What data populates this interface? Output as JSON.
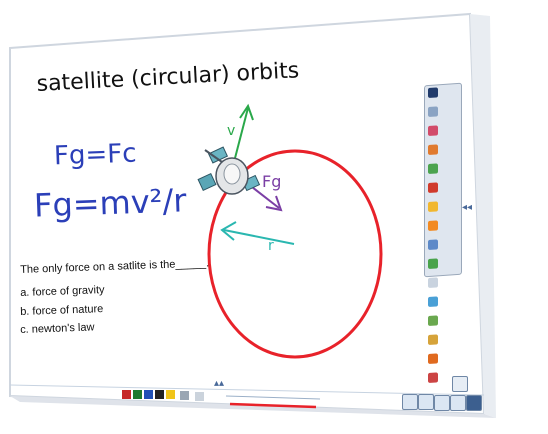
{
  "board": {
    "title": "satellite (circular) orbits",
    "equation_1": "Fg=Fc",
    "equation_2": "Fg=mv²/r"
  },
  "question": {
    "text": "The only force on a satlite is the_____.",
    "options": [
      "a. force of gravity",
      "b. force of nature",
      "c. newton's law"
    ]
  },
  "diagram": {
    "velocity_label": "v",
    "gravity_label": "Fg",
    "radius_label": "r",
    "orbit_color": "#e8222a",
    "velocity_color": "#2aa84a",
    "gravity_color": "#7b3fa5",
    "radius_color": "#2ab7b0"
  },
  "toolbar": {
    "color_swatches": [
      "#c62828",
      "#1e7a2e",
      "#1f4fb5",
      "#212121",
      "#f0c419"
    ],
    "toolbox_icons": [
      "pointer-icon",
      "pen-icon",
      "highlighter-icon",
      "eraser-icon",
      "shape-icon",
      "text-icon",
      "line-icon",
      "fill-icon",
      "camera-icon",
      "undo-icon"
    ],
    "expand_indicator": "◂◂"
  }
}
